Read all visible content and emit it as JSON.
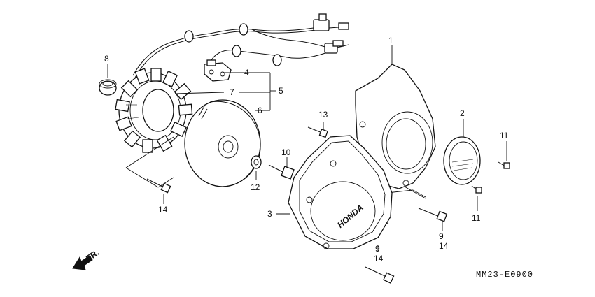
{
  "callouts": {
    "c1": "1",
    "c2": "2",
    "c3": "3",
    "c4": "4",
    "c5": "5",
    "c6": "6",
    "c7": "7",
    "c8": "8",
    "c9a": "9",
    "c9b": "9",
    "c10": "10",
    "c11a": "11",
    "c11b": "11",
    "c12": "12",
    "c13": "13",
    "c14a": "14",
    "c14b": "14",
    "c14c": "14"
  },
  "cover_brand": "HONDA",
  "front_marker": "FR.",
  "drawing_code": "MM23-E0900"
}
